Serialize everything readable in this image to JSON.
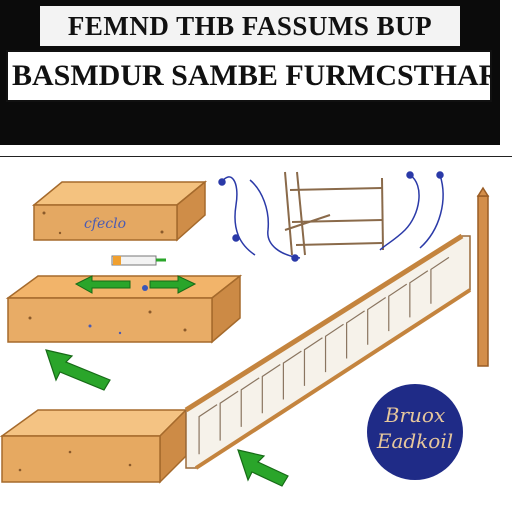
{
  "banner": {
    "line1": "FEMND THB FASSUMS BUP",
    "line2": "BASMDUR SAMBE FURMCSTHAR"
  },
  "box_top": {
    "label": "cfeclo"
  },
  "badge": {
    "line1": "Bruox",
    "line2": "Eadkoil"
  },
  "colors": {
    "banner_bg": "#0b0b0b",
    "wood_top": "#f0b36e",
    "wood_side": "#dd9a55",
    "wood_edge": "#b8722e",
    "arrow_green": "#2aa52a",
    "wire_blue": "#2b3aa8",
    "badge_bg": "#1f2b87",
    "badge_text": "#e6c79c"
  }
}
